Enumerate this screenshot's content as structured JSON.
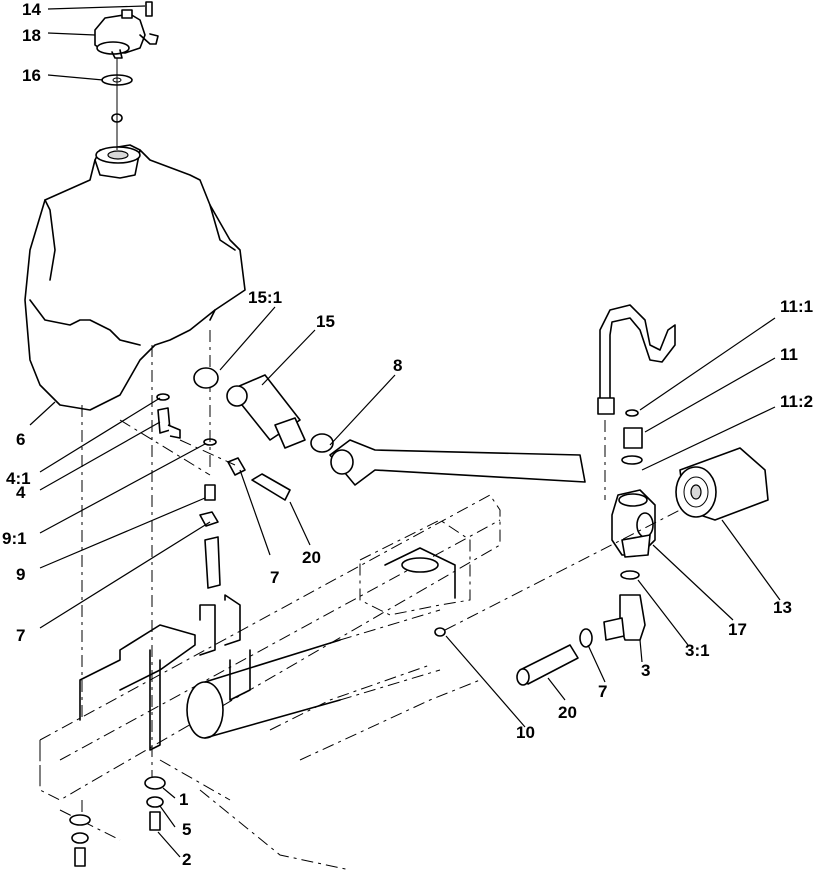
{
  "callouts": [
    {
      "id": "14",
      "text": "14"
    },
    {
      "id": "18",
      "text": "18"
    },
    {
      "id": "16",
      "text": "16"
    },
    {
      "id": "15-1",
      "text": "15:1"
    },
    {
      "id": "15",
      "text": "15"
    },
    {
      "id": "8",
      "text": "8"
    },
    {
      "id": "6",
      "text": "6"
    },
    {
      "id": "4-1",
      "text": "4:1"
    },
    {
      "id": "4",
      "text": "4"
    },
    {
      "id": "9-1",
      "text": "9:1"
    },
    {
      "id": "9",
      "text": "9"
    },
    {
      "id": "7a",
      "text": "7"
    },
    {
      "id": "7b",
      "text": "7"
    },
    {
      "id": "20a",
      "text": "20"
    },
    {
      "id": "11-1",
      "text": "11:1"
    },
    {
      "id": "11",
      "text": "11"
    },
    {
      "id": "11-2",
      "text": "11:2"
    },
    {
      "id": "13",
      "text": "13"
    },
    {
      "id": "17",
      "text": "17"
    },
    {
      "id": "3-1",
      "text": "3:1"
    },
    {
      "id": "3",
      "text": "3"
    },
    {
      "id": "7c",
      "text": "7"
    },
    {
      "id": "20b",
      "text": "20"
    },
    {
      "id": "10",
      "text": "10"
    },
    {
      "id": "1",
      "text": "1"
    },
    {
      "id": "5",
      "text": "5"
    },
    {
      "id": "2",
      "text": "2"
    }
  ]
}
